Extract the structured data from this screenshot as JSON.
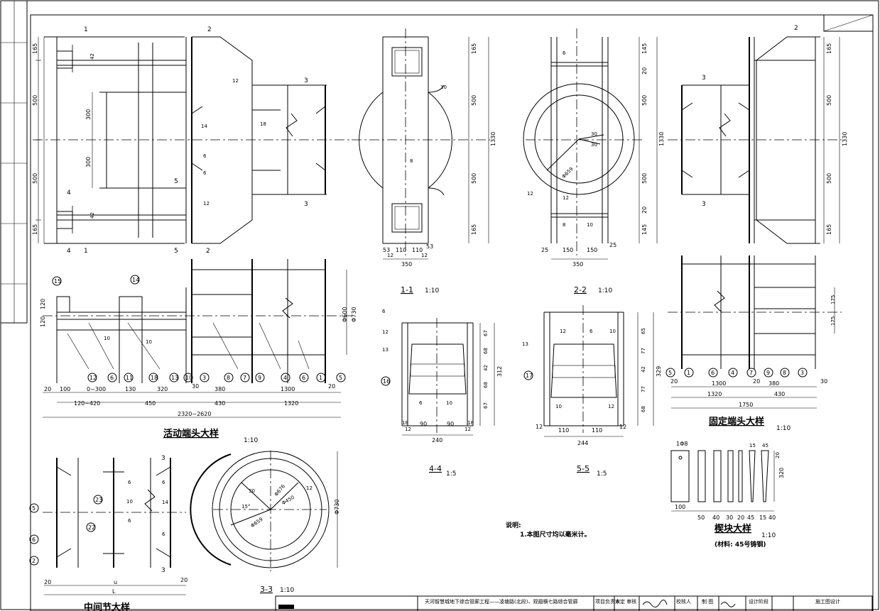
{
  "labels": {
    "sec11": "1-1",
    "sec22": "2-2",
    "sec33": "3-3",
    "sec44": "4-4",
    "sec55": "5-5",
    "scale10": "1:10",
    "scale5": "1:5",
    "sliding_end": "活动端头大样",
    "fixed_end": "固定端头大样",
    "middle": "中间节大样",
    "wedge": "楔块大样",
    "wedge_material": "(材料: 45号铸钢)"
  },
  "notes": {
    "heading": "说明:",
    "line1": "1.本图尺寸均以毫米计。"
  },
  "title_block": {
    "project": "天河智慧城地下综合管廊工程——凌塘路(北段)、观翅横七路综合管廊",
    "project_lead": "项目负责人",
    "reviewer": "审定 审核",
    "checker": "校核人",
    "drawn": "制 图",
    "stage_label": "设计阶段",
    "stage": "施工图设计"
  }
}
